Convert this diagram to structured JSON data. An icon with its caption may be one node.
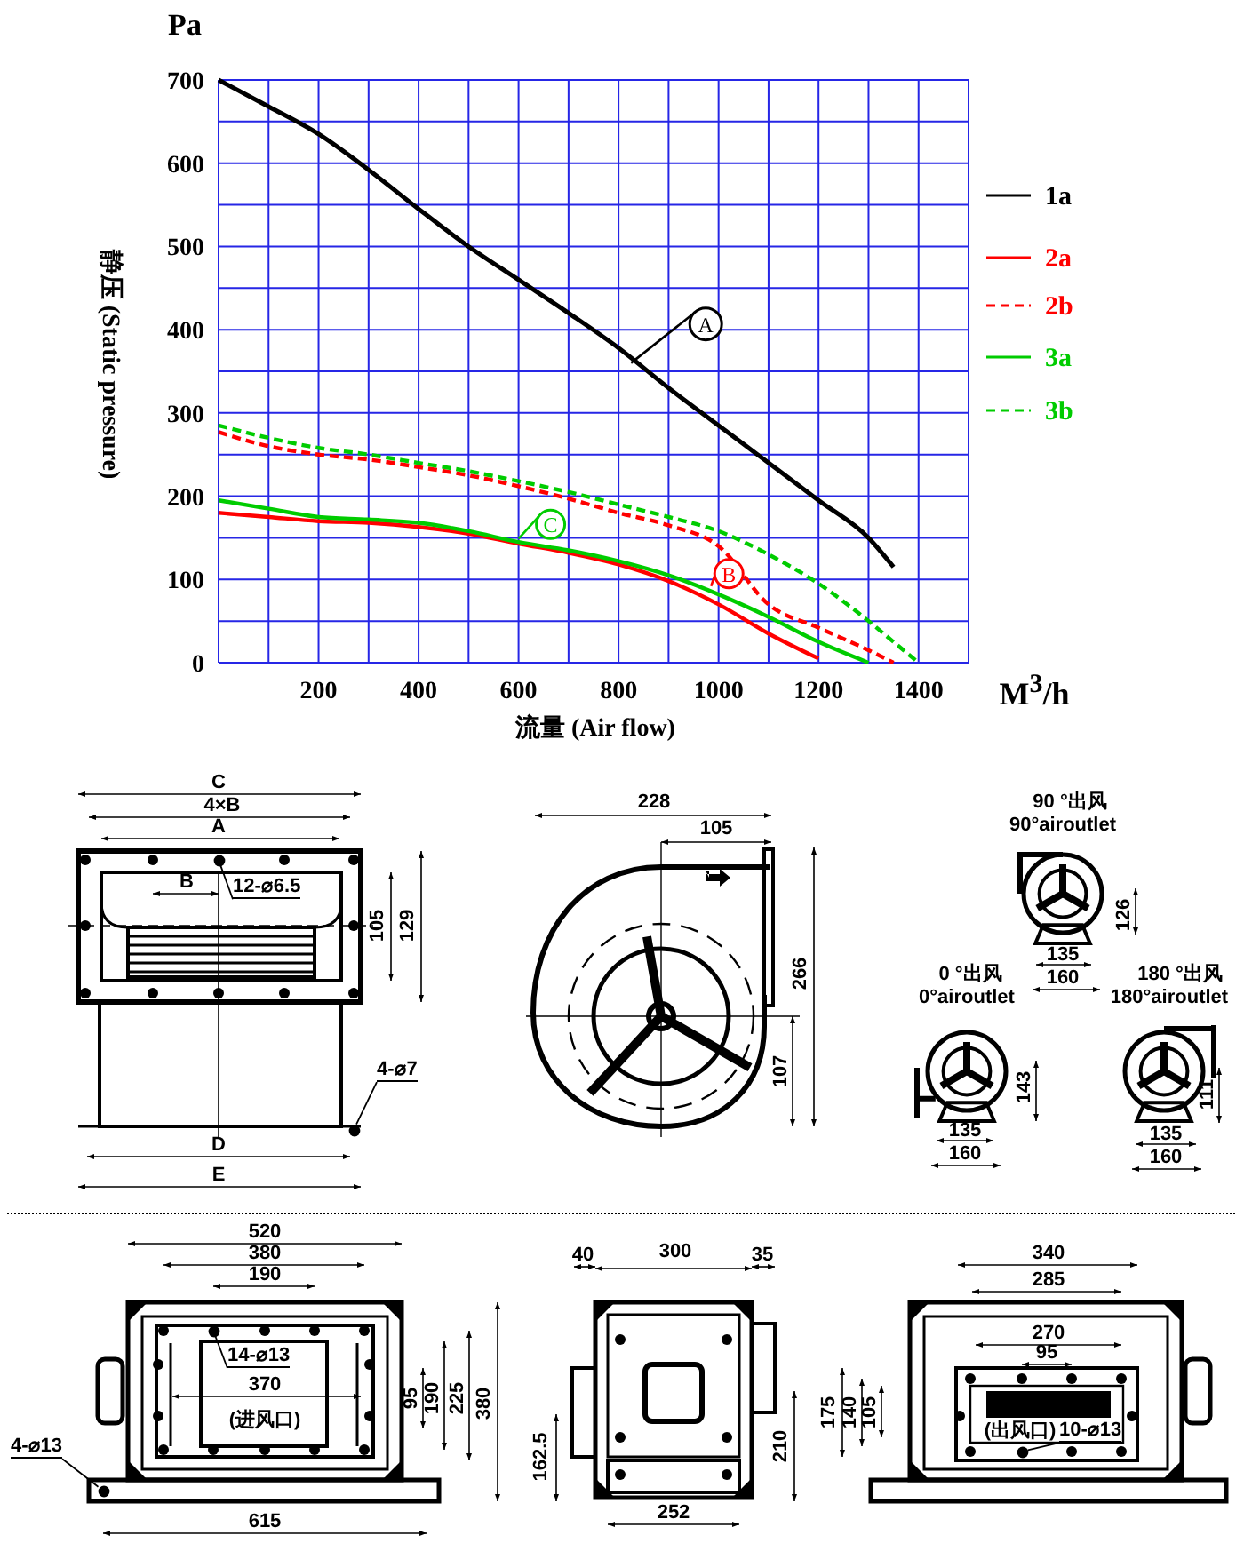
{
  "diagram": {
    "nodes": [
      {
        "text": [
          "12-⌀6.5"
        ]
      },
      {
        "text": [
          "4-⌀7"
        ]
      },
      {
        "text": [
          "14-⌀13"
        ]
      },
      {
        "text": [
          "4-⌀13"
        ]
      },
      {
        "text": [
          "10-⌀13"
        ]
      },
      {
        "text": [],
        "shape": "circle"
      },
      {
        "text": [],
        "shape": "circle"
      },
      {
        "text": [],
        "shape": "circle"
      },
      {
        "text": [],
        "shape": "circle"
      },
      {
        "text": [],
        "shape": "circle"
      }
    ],
    "edges": [
      {
        "from": 0,
        "to": 5,
        "arrow": "none"
      },
      {
        "from": 1,
        "to": 6,
        "arrow": "none"
      },
      {
        "from": 2,
        "to": 7,
        "arrow": "none"
      },
      {
        "from": 3,
        "to": 8,
        "arrow": "none"
      },
      {
        "from": 4,
        "to": 9,
        "arrow": "none"
      }
    ],
    "labels": [
      "Pa",
      "M$^{3}$/h",
      "C",
      "4×B",
      "A",
      "B",
      "105",
      "129",
      "D",
      "E",
      "228",
      "105",
      "266",
      "107",
      "90 °出风",
      "90°airoutlet",
      "126",
      "135",
      "0 °出风",
      "160",
      "180 °出风",
      "0°airoutlet",
      "180°airoutlet",
      "143",
      "111",
      "135",
      "135",
      "160",
      "160",
      "520",
      "380",
      "190",
      "370",
      "(进风口)",
      "95",
      "190",
      "225",
      "380",
      "615",
      "40",
      "300",
      "35",
      "162.5",
      "210",
      "252",
      "340",
      "285",
      "270",
      "95",
      "175",
      "140",
      "105",
      "(出风口)"
    ],
    "chart_data": {
      "type": "line",
      "xlabel": "流量 (Air flow)",
      "ylabel": "静压 (Static pressure)",
      "x": [
        0,
        100,
        200,
        300,
        400,
        500,
        600,
        700,
        800,
        900,
        1000,
        1100,
        1200,
        1300,
        1350,
        1400
      ],
      "series": [
        {
          "name": "1a",
          "color": "#000000",
          "values": [
            700,
            668,
            635,
            592,
            545,
            500,
            460,
            420,
            378,
            330,
            285,
            240,
            195,
            150,
            115,
            null
          ]
        },
        {
          "name": "2a",
          "color": "#ff0000",
          "values": [
            180,
            175,
            170,
            168,
            163,
            155,
            143,
            132,
            118,
            98,
            70,
            35,
            5,
            null,
            null,
            null
          ]
        },
        {
          "name": "2b",
          "color": "#ff0000",
          "line_style": "dashed",
          "values": [
            277,
            260,
            250,
            244,
            235,
            225,
            212,
            197,
            180,
            165,
            140,
            70,
            42,
            15,
            0,
            null
          ]
        },
        {
          "name": "3a",
          "color": "#00cc00",
          "values": [
            195,
            185,
            175,
            172,
            168,
            158,
            145,
            135,
            122,
            105,
            82,
            55,
            25,
            0,
            null,
            null
          ]
        },
        {
          "name": "3b",
          "color": "#00cc00",
          "line_style": "dashed",
          "values": [
            285,
            270,
            258,
            250,
            240,
            230,
            218,
            205,
            190,
            175,
            158,
            130,
            95,
            50,
            25,
            0
          ]
        }
      ],
      "xlim": [
        0,
        1500
      ],
      "ylim": [
        0,
        700
      ],
      "xticks": [
        200,
        400,
        600,
        800,
        1000,
        1200,
        1400
      ],
      "yticks": [
        0,
        100,
        200,
        300,
        400,
        500,
        600,
        700
      ],
      "grid": true,
      "legend": "right",
      "annotations": [
        {
          "text": "A",
          "x": 825,
          "y": 360
        },
        {
          "text": "B",
          "x": 985,
          "y": 92
        },
        {
          "text": "C",
          "x": 600,
          "y": 149
        }
      ]
    }
  }
}
